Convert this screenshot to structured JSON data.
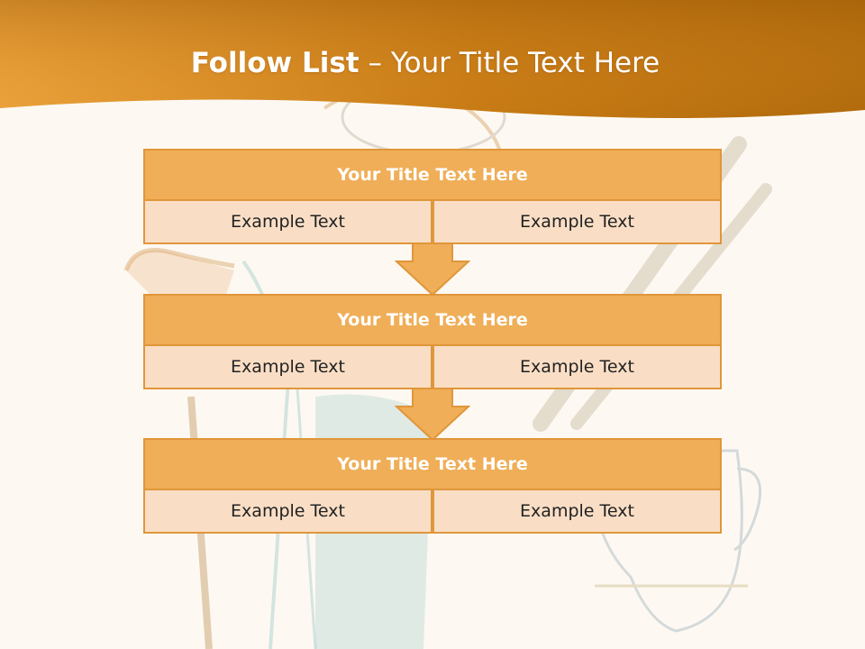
{
  "slide": {
    "title_bold": "Follow List",
    "title_rest": " – Your Title Text Here"
  },
  "blocks": [
    {
      "title": "Your Title Text Here",
      "left": "Example Text",
      "right": "Example Text"
    },
    {
      "title": "Your Title Text Here",
      "left": "Example Text",
      "right": "Example Text"
    },
    {
      "title": "Your Title Text Here",
      "left": "Example Text",
      "right": "Example Text"
    }
  ],
  "colors": {
    "banner": "#e89a2e",
    "block_header": "#efae57",
    "block_border": "#e0963a",
    "block_cell": "#f9dec5",
    "arrow": "#efae57"
  }
}
